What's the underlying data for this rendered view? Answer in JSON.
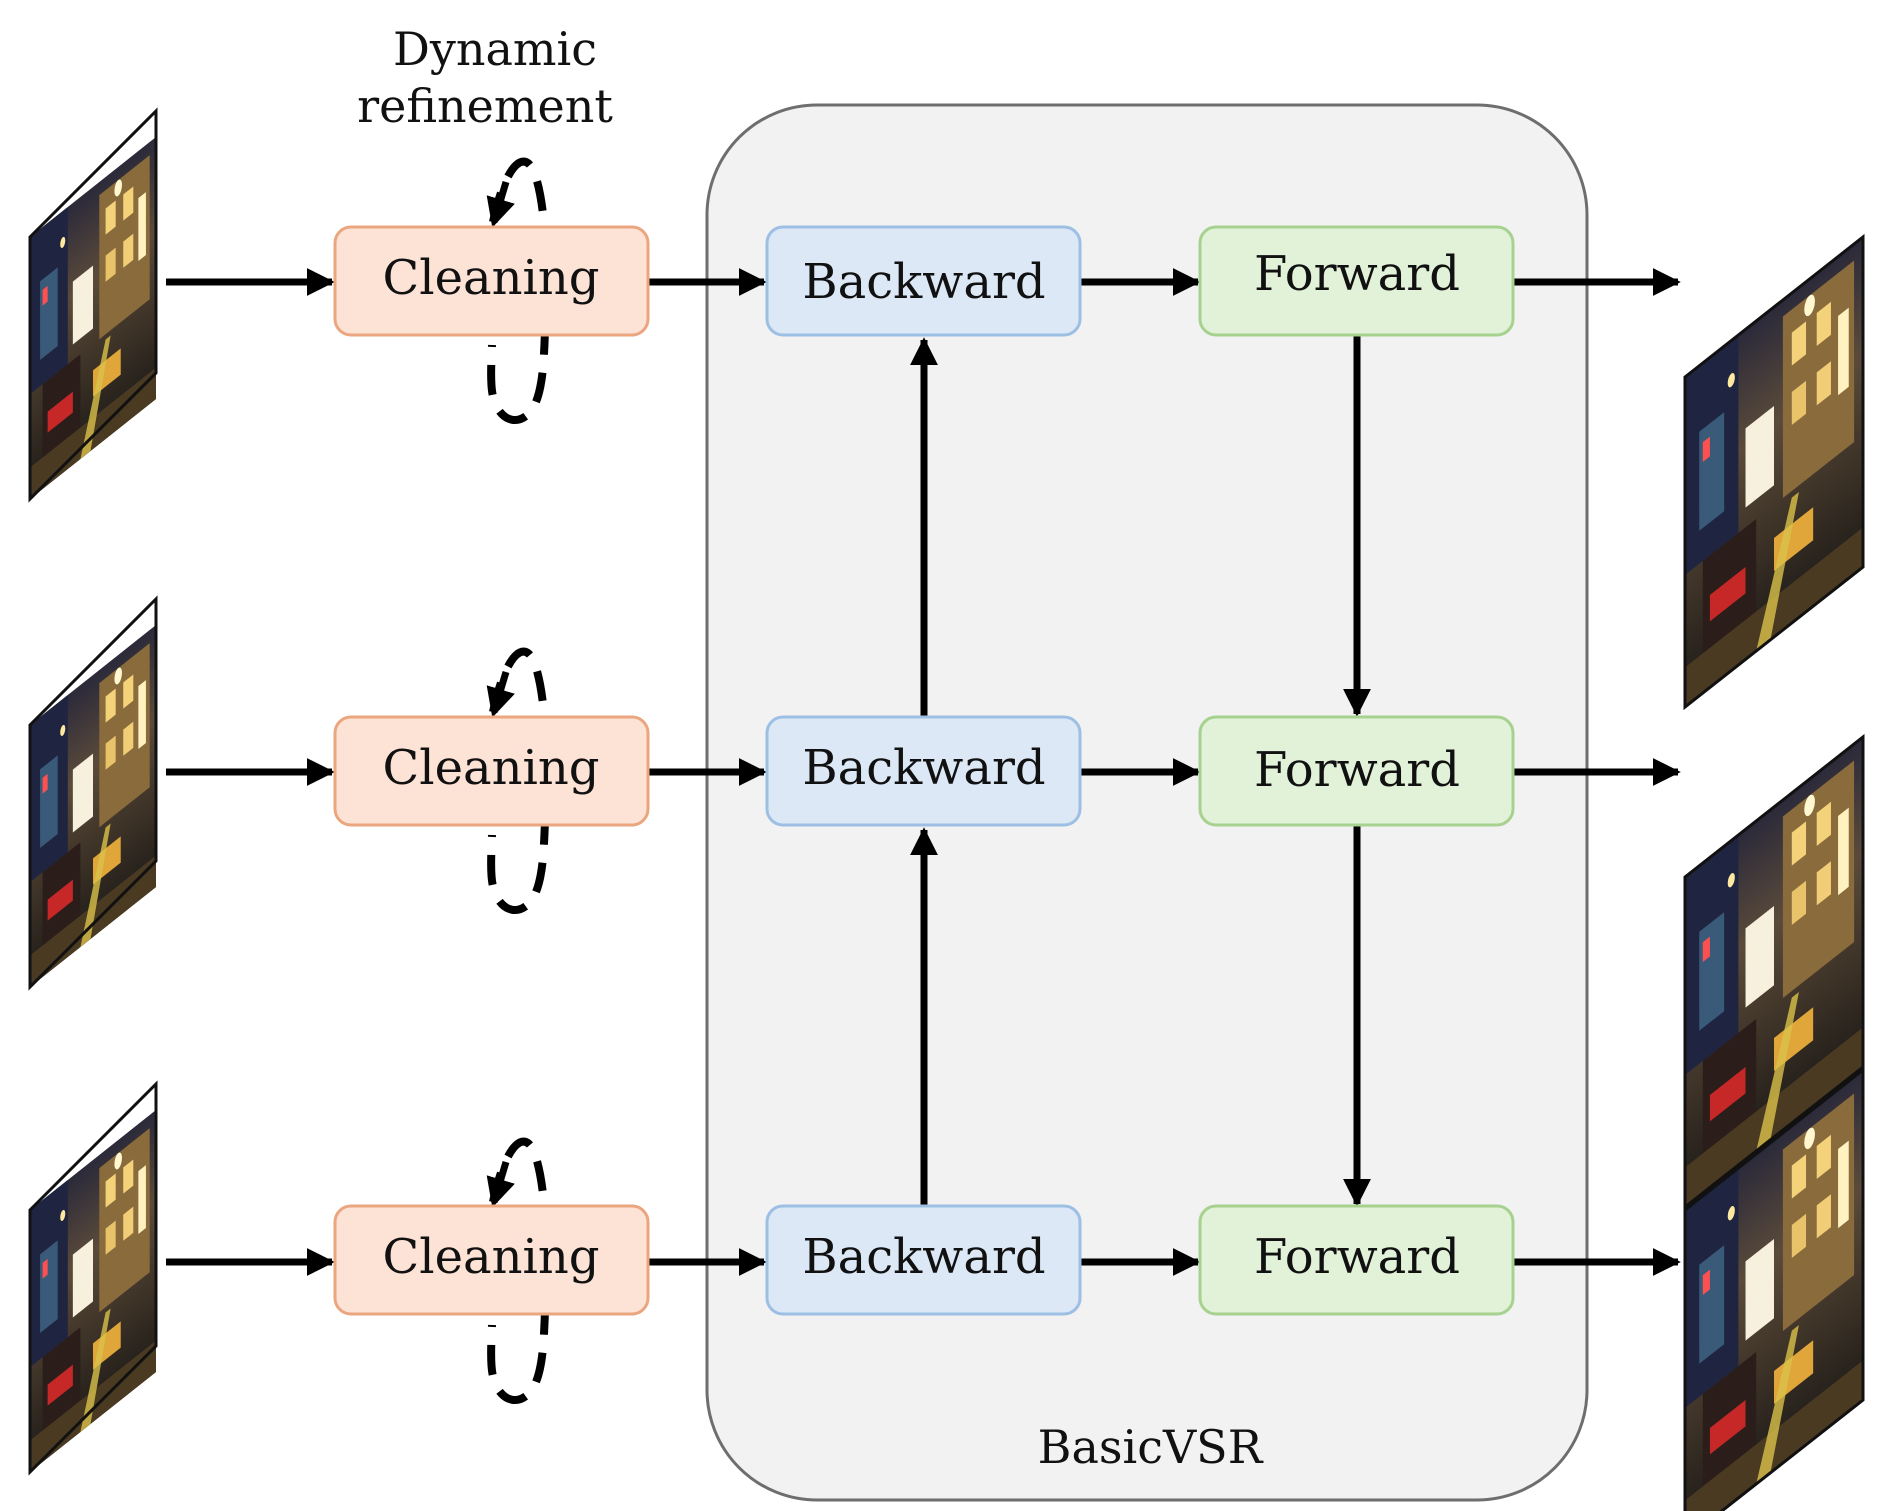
{
  "annotation": {
    "line1": "Dynamic",
    "line2": "refinement"
  },
  "group": {
    "label": "BasicVSR"
  },
  "rows": [
    {
      "cleaning": "Cleaning",
      "backward": "Backward",
      "forward": "Forward"
    },
    {
      "cleaning": "Cleaning",
      "backward": "Backward",
      "forward": "Forward"
    },
    {
      "cleaning": "Cleaning",
      "backward": "Backward",
      "forward": "Forward"
    }
  ],
  "colors": {
    "cleaning_fill": "#fde2d6",
    "cleaning_stroke": "#eaa67f",
    "backward_fill": "#dce8f6",
    "backward_stroke": "#9cbfe3",
    "forward_fill": "#e1f2d9",
    "forward_stroke": "#a6d18e",
    "group_fill": "#f2f2f2",
    "group_stroke": "#6e6e6e",
    "arrow": "#000000"
  },
  "icons": {
    "input_frame": "street-scene-frame-icon",
    "output_frame": "street-scene-frame-icon",
    "refinement_loop": "dashed-loop-arrow-icon"
  }
}
